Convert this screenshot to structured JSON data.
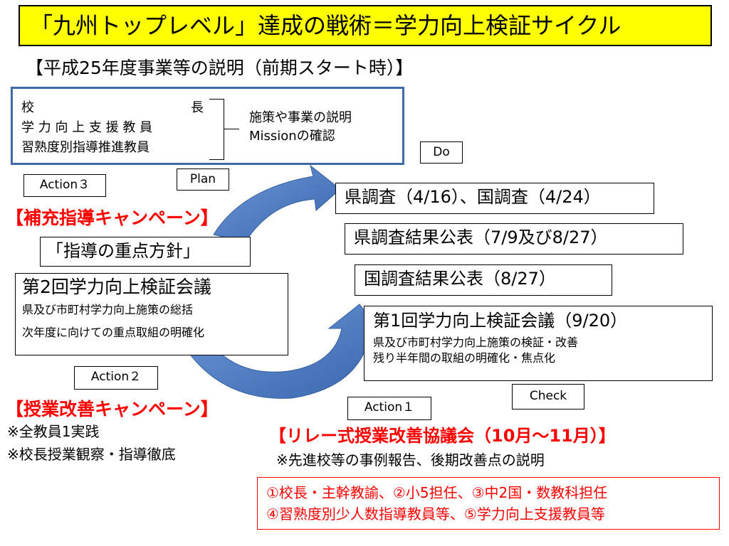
{
  "title": "「九州トップレベル」達成の戦術＝学力向上検証サイクル",
  "subtitle": "【平成25年度事業等の説明（前期スタート時）】",
  "staff": {
    "principal": [
      "校",
      "長"
    ],
    "support": "学 力 向 上 支 援 教 員",
    "leveled": "習熟度別指導推進教員",
    "mission_lines": [
      "施策や事業の説明",
      "Missionの確認"
    ]
  },
  "phases": {
    "do": "Do",
    "plan": "Plan",
    "action3": "Action３",
    "action2": "Action２",
    "action1": "Action１",
    "check": "Check"
  },
  "supplementary_campaign": "【補充指導キャンペーン】",
  "policy_focus": "「指導の重点方針」",
  "second_meeting": {
    "title": "第2回学力向上検証会議",
    "lines": [
      "県及び市町村学力向上施策の総括",
      "次年度に向けての重点取組の明確化"
    ]
  },
  "survey": "県調査（4/16）、国調査（4/24）",
  "pref_results": "県調査結果公表（7/9及び8/27）",
  "national_results": "国調査結果公表（8/27）",
  "first_meeting": {
    "title": "第1回学力向上検証会議（9/20）",
    "lines": [
      "県及び市町村学力向上施策の検証・改善",
      "残り半年間の取組の明確化・焦点化"
    ]
  },
  "lesson_campaign": {
    "title": "【授業改善キャンペーン】",
    "notes": [
      "※全教員1実践",
      "※校長授業観察・指導徹底"
    ]
  },
  "relay": {
    "title": "【リレー式授業改善協議会（10月～11月）】",
    "note": "※先進校等の事例報告、後期改善点の説明",
    "participants": [
      "①校長・主幹教諭、②小5担任、③中2国・数教科担任",
      "④習熟度別少人数指導教員等、⑤学力向上支援教員等"
    ]
  },
  "colors": {
    "title_bg": "#ffff00",
    "arrow_blue": "#4a7cc4",
    "accent_red": "#ff0000",
    "staff_border": "#3f6aa8"
  }
}
